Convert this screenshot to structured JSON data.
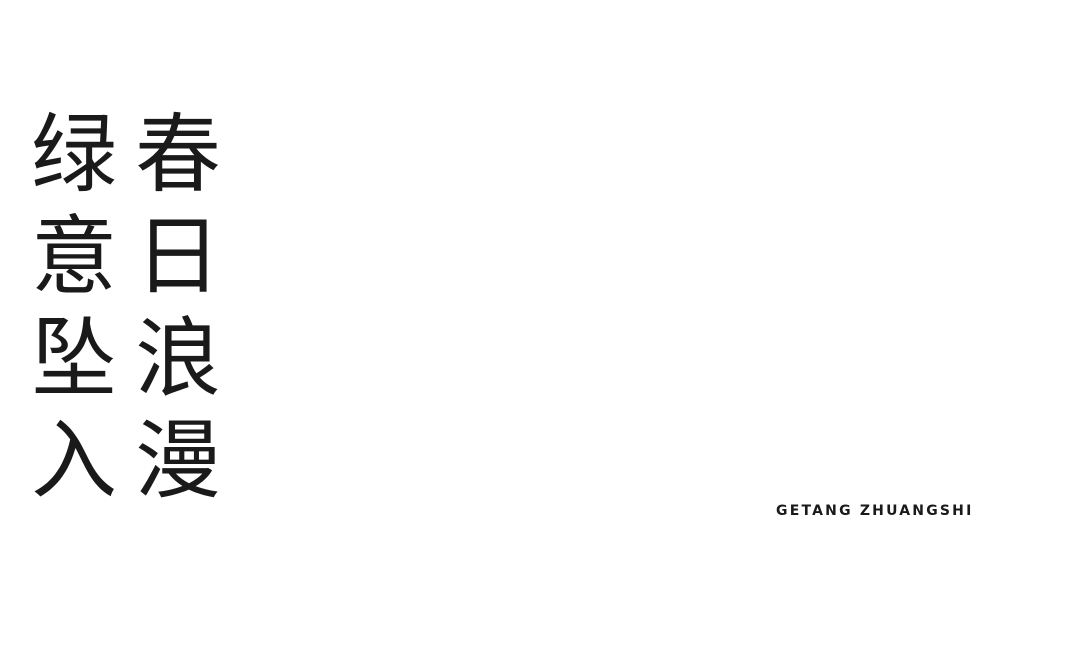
{
  "poem": {
    "left_column": [
      "绿",
      "意",
      "坠",
      "入"
    ],
    "right_column": [
      "春",
      "日",
      "浪",
      "漫"
    ]
  },
  "brand": {
    "text": "GETANG ZHUANGSHI"
  },
  "colors": {
    "background": "#ffffff",
    "text": "#1a1a1a"
  }
}
